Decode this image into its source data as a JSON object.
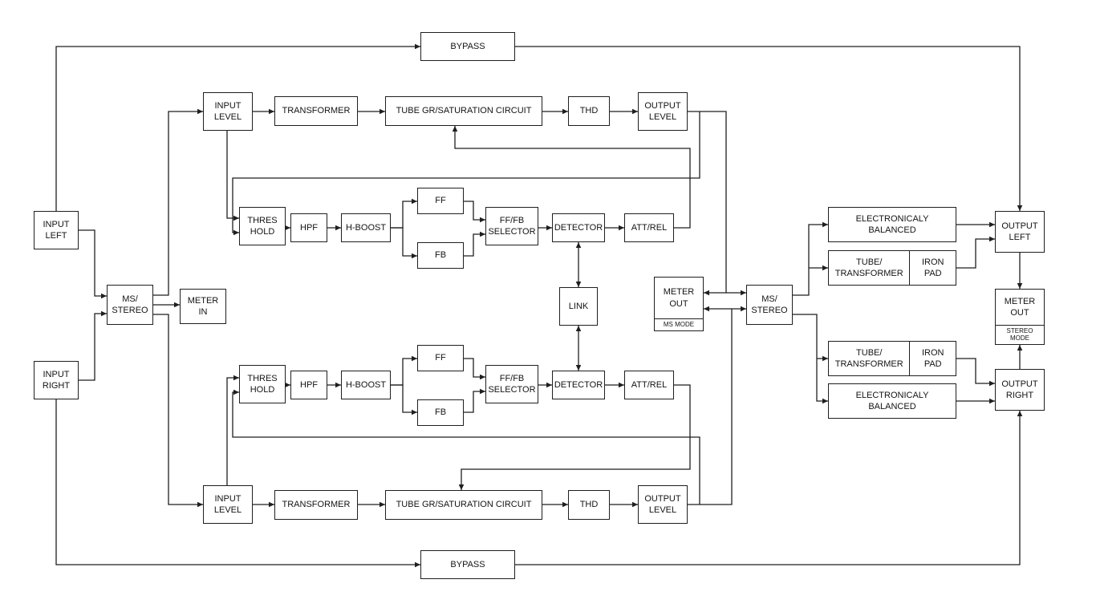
{
  "colors": {
    "line": "#1f1f1f",
    "box_border": "#1f1f1f",
    "background": "#ffffff",
    "text": "#141414"
  },
  "boxes": {
    "bypass_top": {
      "label": "BYPASS"
    },
    "bypass_bottom": {
      "label": "BYPASS"
    },
    "input_left": {
      "line1": "INPUT",
      "line2": "LEFT"
    },
    "input_right": {
      "line1": "INPUT",
      "line2": "RIGHT"
    },
    "ms_stereo_in": {
      "line1": "MS/",
      "line2": "STEREO"
    },
    "meter_in": {
      "line1": "METER",
      "line2": "IN"
    },
    "input_level_top": {
      "line1": "INPUT",
      "line2": "LEVEL"
    },
    "transformer_top": {
      "label": "TRANSFORMER"
    },
    "tube_circuit_top": {
      "label": "TUBE GR/SATURATION CIRCUIT"
    },
    "thd_top": {
      "label": "THD"
    },
    "output_level_top": {
      "line1": "OUTPUT",
      "line2": "LEVEL"
    },
    "threshold_top": {
      "line1": "THRES",
      "line2": "HOLD"
    },
    "hpf_top": {
      "label": "HPF"
    },
    "hboost_top": {
      "label": "H-BOOST"
    },
    "ff_top": {
      "label": "FF"
    },
    "fb_top": {
      "label": "FB"
    },
    "selector_top": {
      "line1": "FF/FB",
      "line2": "SELECTOR"
    },
    "detector_top": {
      "label": "DETECTOR"
    },
    "attrel_top": {
      "label": "ATT/REL"
    },
    "link": {
      "label": "LINK"
    },
    "threshold_bottom": {
      "line1": "THRES",
      "line2": "HOLD"
    },
    "hpf_bottom": {
      "label": "HPF"
    },
    "hboost_bottom": {
      "label": "H-BOOST"
    },
    "ff_bottom": {
      "label": "FF"
    },
    "fb_bottom": {
      "label": "FB"
    },
    "selector_bottom": {
      "line1": "FF/FB",
      "line2": "SELECTOR"
    },
    "detector_bottom": {
      "label": "DETECTOR"
    },
    "attrel_bottom": {
      "label": "ATT/REL"
    },
    "input_level_bottom": {
      "line1": "INPUT",
      "line2": "LEVEL"
    },
    "transformer_bottom": {
      "label": "TRANSFORMER"
    },
    "tube_circuit_bottom": {
      "label": "TUBE GR/SATURATION CIRCUIT"
    },
    "thd_bottom": {
      "label": "THD"
    },
    "output_level_bottom": {
      "line1": "OUTPUT",
      "line2": "LEVEL"
    },
    "meter_out_ms": {
      "line1": "METER",
      "line2": "OUT",
      "mode": "MS MODE"
    },
    "ms_stereo_out": {
      "line1": "MS/",
      "line2": "STEREO"
    },
    "elec_balanced_top": {
      "line1": "ELECTRONICALY",
      "line2": "BALANCED"
    },
    "tube_transformer_top": {
      "line1": "TUBE/",
      "line2": "TRANSFORMER"
    },
    "iron_pad_top": {
      "line1": "IRON",
      "line2": "PAD"
    },
    "tube_transformer_bottom": {
      "line1": "TUBE/",
      "line2": "TRANSFORMER"
    },
    "iron_pad_bottom": {
      "line1": "IRON",
      "line2": "PAD"
    },
    "elec_balanced_bottom": {
      "line1": "ELECTRONICALY",
      "line2": "BALANCED"
    },
    "output_left": {
      "line1": "OUTPUT",
      "line2": "LEFT"
    },
    "meter_out_stereo": {
      "line1": "METER",
      "line2": "OUT",
      "mode_line1": "STEREO",
      "mode_line2": "MODE"
    },
    "output_right": {
      "line1": "OUTPUT",
      "line2": "RIGHT"
    }
  }
}
